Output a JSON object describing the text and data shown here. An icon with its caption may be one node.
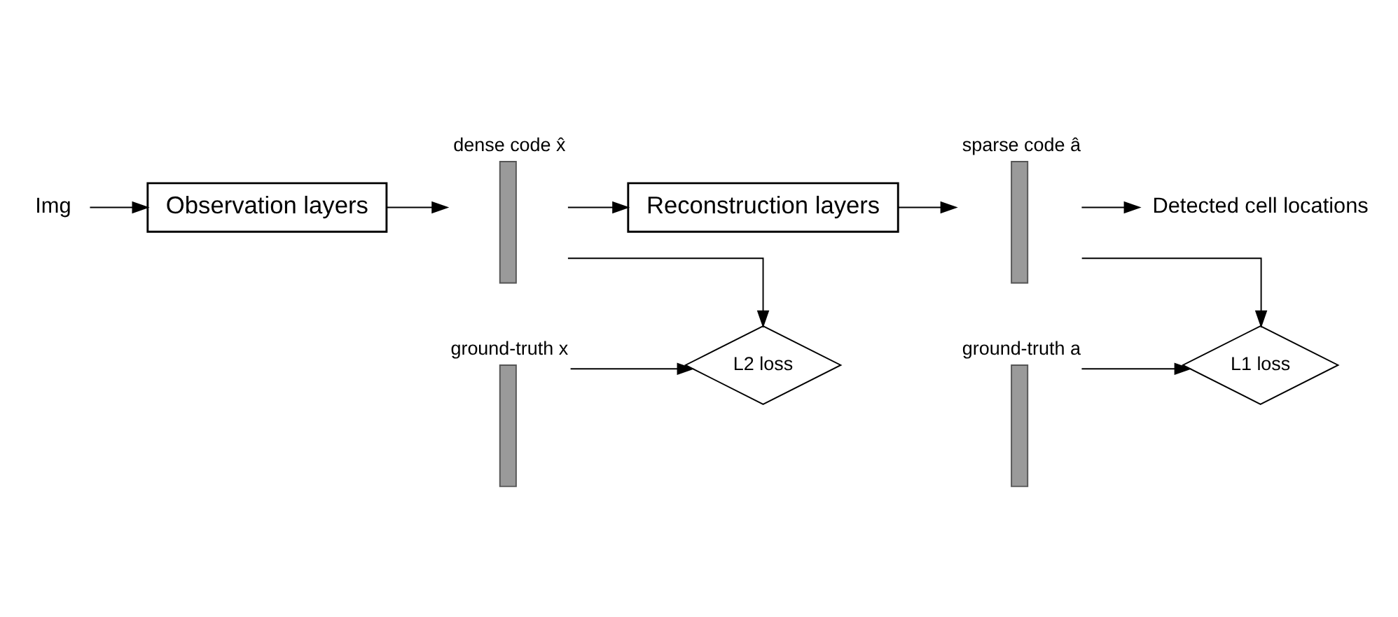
{
  "diagram": {
    "nodes": [
      {
        "text": [
          "Img"
        ]
      },
      {
        "text": [
          "Observation layers"
        ]
      },
      {
        "text": [
          "dense code x̂"
        ]
      },
      {
        "text": [
          "Reconstruction layers"
        ]
      },
      {
        "text": [
          "sparse code â"
        ]
      },
      {
        "text": [
          "Detected cell locations"
        ]
      },
      {
        "text": [
          "L2 loss"
        ]
      },
      {
        "text": [
          "ground-truth x"
        ]
      },
      {
        "text": [
          "L1 loss"
        ]
      },
      {
        "text": [
          "ground-truth a"
        ]
      }
    ],
    "edges": [
      {
        "from": 0,
        "to": 1,
        "arrow": "to"
      },
      {
        "from": 1,
        "to": 2,
        "arrow": "to"
      },
      {
        "from": 2,
        "to": 3,
        "arrow": "to"
      },
      {
        "from": 3,
        "to": 4,
        "arrow": "to"
      },
      {
        "from": 4,
        "to": 5,
        "arrow": "to"
      },
      {
        "from": 4,
        "to": 8,
        "arrow": "to"
      },
      {
        "from": 2,
        "to": 6,
        "arrow": "to"
      },
      {
        "from": 7,
        "to": 6,
        "arrow": "to"
      },
      {
        "from": 9,
        "to": 8,
        "arrow": "to"
      }
    ]
  }
}
